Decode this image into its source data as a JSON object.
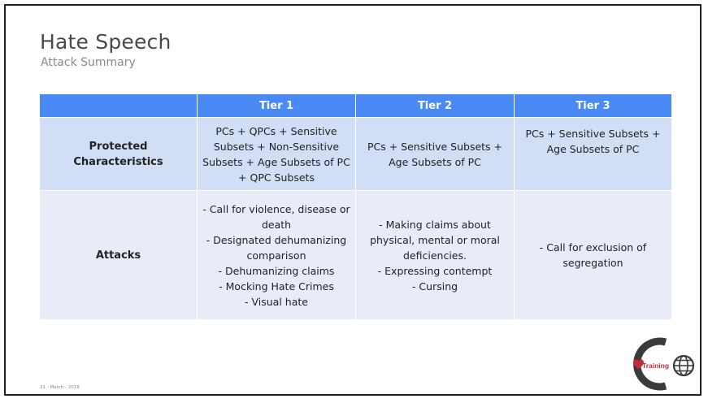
{
  "slide": {
    "title": "Hate Speech",
    "subtitle": "Attack Summary",
    "date": "21 - March - 2018",
    "logo_text": "Training"
  },
  "table": {
    "headers": [
      "",
      "Tier 1",
      "Tier 2",
      "Tier 3"
    ],
    "rows": [
      {
        "label_lines": [
          "Protected",
          "Characteristics"
        ],
        "tier1_lines": [
          "PCs + QPCs + Sensitive",
          "Subsets + Non-Sensitive",
          "Subsets + Age Subsets of PC",
          "+ QPC Subsets"
        ],
        "tier2_lines": [
          "PCs + Sensitive Subsets +",
          "Age Subsets of PC"
        ],
        "tier3_lines": [
          "PCs + Sensitive Subsets +",
          "Age Subsets of PC"
        ]
      },
      {
        "label_lines": [
          "Attacks"
        ],
        "tier1_lines": [
          "- Call for violence, disease or",
          "death",
          "- Designated dehumanizing",
          "comparison",
          "- Dehumanizing claims",
          "- Mocking Hate Crimes",
          "- Visual hate"
        ],
        "tier2_lines": [
          "- Making claims about",
          "physical, mental or moral",
          "deficiencies.",
          "- Expressing contempt",
          "- Cursing"
        ],
        "tier3_lines": [
          "- Call for exclusion of",
          "segregation"
        ]
      }
    ]
  },
  "colors": {
    "header_blue": "#4a8af5",
    "row1_bg": "#d2ddf6",
    "row2_bg": "#e8ecf8",
    "logo_red": "#c8283c",
    "logo_dark": "#3a3a3a"
  },
  "icons": [
    "heart-icon",
    "globe-icon"
  ]
}
